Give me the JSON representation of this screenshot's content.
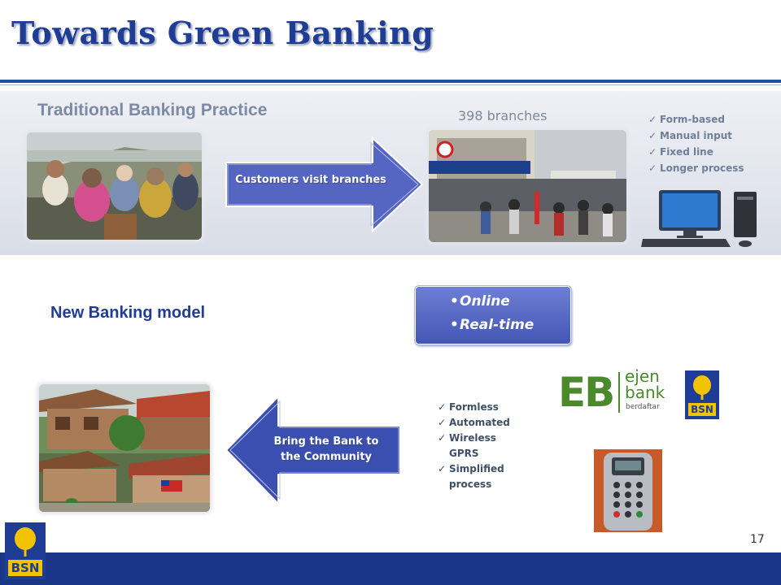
{
  "slide": {
    "title": "Towards Green Banking",
    "page_number": "17"
  },
  "traditional": {
    "heading": "Traditional Banking Practice",
    "arrow_label": "Customers visit branches",
    "branch_count": "398 branches",
    "features": [
      "Form-based",
      "Manual input",
      "Fixed line",
      "Longer process"
    ]
  },
  "new_model": {
    "heading": "New Banking model",
    "attributes": [
      "Online",
      "Real-time"
    ],
    "arrow_label": "Bring the Bank to the Community",
    "features": [
      "Formless",
      "Automated",
      "Wireless GPRS",
      "Simplified process"
    ]
  },
  "logos": {
    "agent_logo_mark": "EB",
    "agent_logo_word1": "ejen",
    "agent_logo_word2": "bank",
    "agent_logo_word3": "berdaftar",
    "bank_logo": "BSN",
    "footer_logo": "BSN"
  },
  "colors": {
    "title": "#1f3d95",
    "arrow_fill": "#5566c4",
    "footer": "#1a3787",
    "eb_green": "#4a8a2c",
    "bsn_yellow": "#f2c300"
  },
  "icons": {
    "check": "check-icon",
    "bullet": "bullet-icon"
  }
}
